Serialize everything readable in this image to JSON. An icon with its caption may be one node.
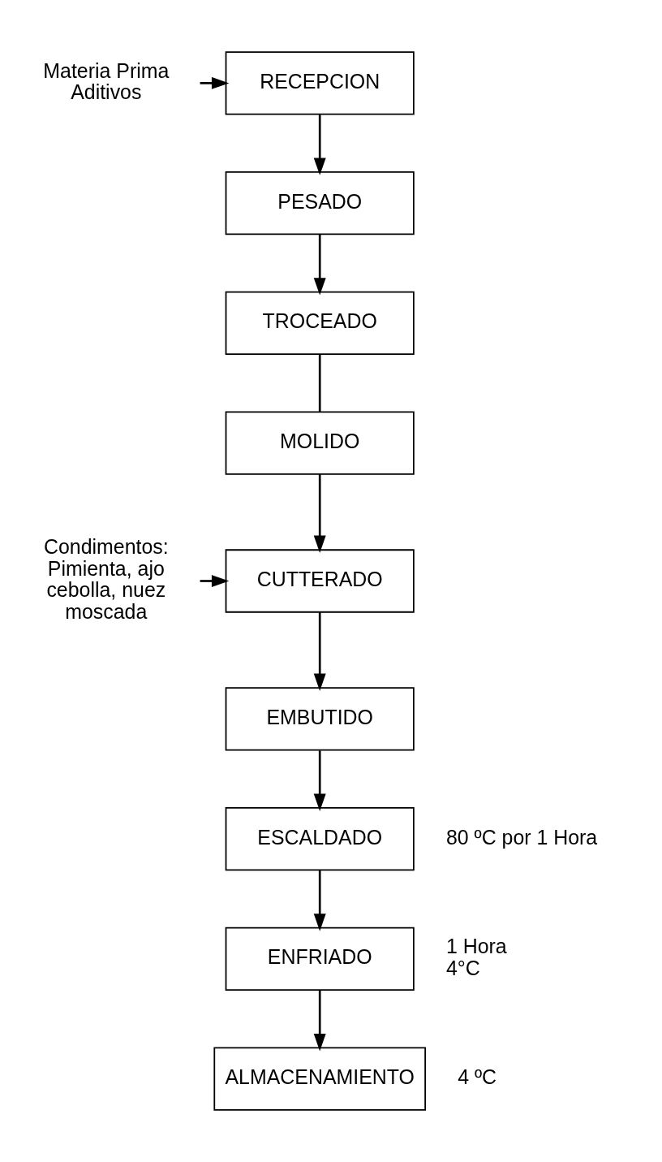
{
  "diagram": {
    "nodes": [
      {
        "text": [
          "Materia Prima Aditivos"
        ]
      },
      {
        "text": [
          "RECEPCION"
        ]
      },
      {
        "text": [
          "PESADO"
        ]
      },
      {
        "text": [
          "TROCEADO"
        ]
      },
      {
        "text": [
          "MOLIDO"
        ]
      },
      {
        "text": [
          "Condimentos: Pimienta, ajo cebolla, nuez moscada"
        ]
      },
      {
        "text": [
          "CUTTERADO"
        ]
      },
      {
        "text": [
          "EMBUTIDO"
        ]
      },
      {
        "text": [
          "ESCALDADO"
        ],
        "beside": [
          "80 ºC por 1 Hora"
        ]
      },
      {
        "text": [
          "ENFRIADO"
        ],
        "beside": [
          "1 Hora 4°C"
        ]
      },
      {
        "text": [
          "ALMACENAMIENTO"
        ],
        "beside": [
          "4 ºC"
        ]
      }
    ],
    "edges": [
      {
        "from": 0,
        "to": 1,
        "arrow": "to"
      },
      {
        "from": 1,
        "to": 2,
        "arrow": "to"
      },
      {
        "from": 2,
        "to": 3,
        "arrow": "to"
      },
      {
        "from": 3,
        "to": 4,
        "arrow": "none"
      },
      {
        "from": 4,
        "to": 6,
        "arrow": "to"
      },
      {
        "from": 5,
        "to": 6,
        "arrow": "to"
      },
      {
        "from": 6,
        "to": 7,
        "arrow": "to"
      },
      {
        "from": 7,
        "to": 8,
        "arrow": "to"
      },
      {
        "from": 8,
        "to": 9,
        "arrow": "to"
      },
      {
        "from": 9,
        "to": 10,
        "arrow": "to"
      }
    ]
  }
}
